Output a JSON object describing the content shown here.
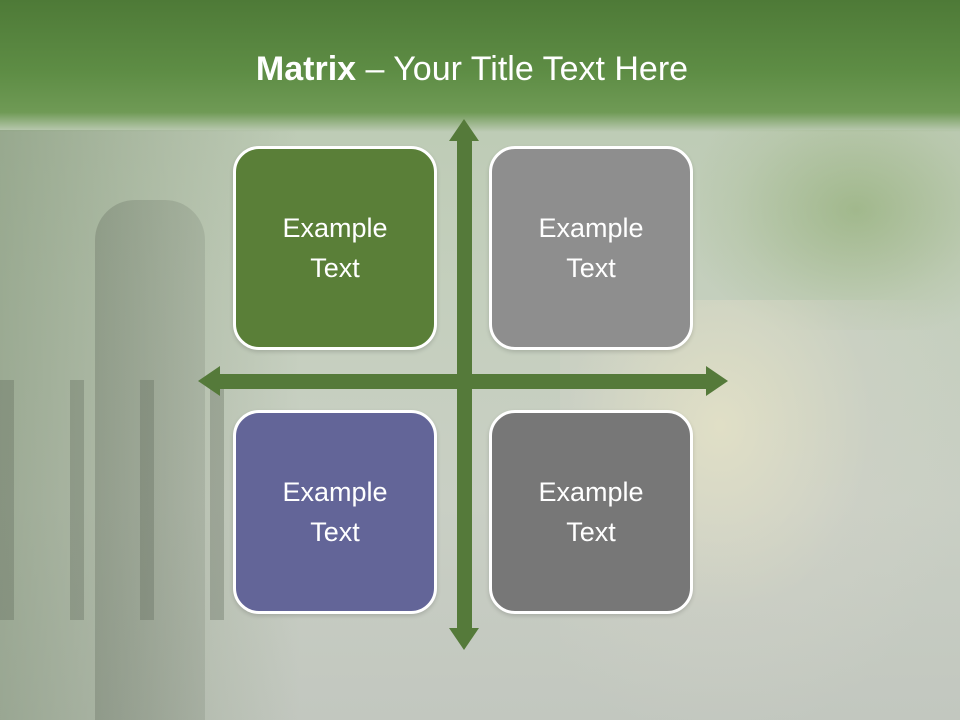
{
  "slide": {
    "title_bold": "Matrix",
    "title_rest": " – Your Title Text Here",
    "quadrants": [
      {
        "position": "top-left",
        "text": "Example Text",
        "color": "#5a7f38"
      },
      {
        "position": "top-right",
        "text": "Example Text",
        "color": "#8e8e8e"
      },
      {
        "position": "bottom-left",
        "text": "Example Text",
        "color": "#636598"
      },
      {
        "position": "bottom-right",
        "text": "Example Text",
        "color": "#777777"
      }
    ],
    "colors": {
      "title_band": "#5e8d45",
      "arrow": "#557a3a",
      "box_border": "#ffffff",
      "text": "#ffffff"
    }
  }
}
